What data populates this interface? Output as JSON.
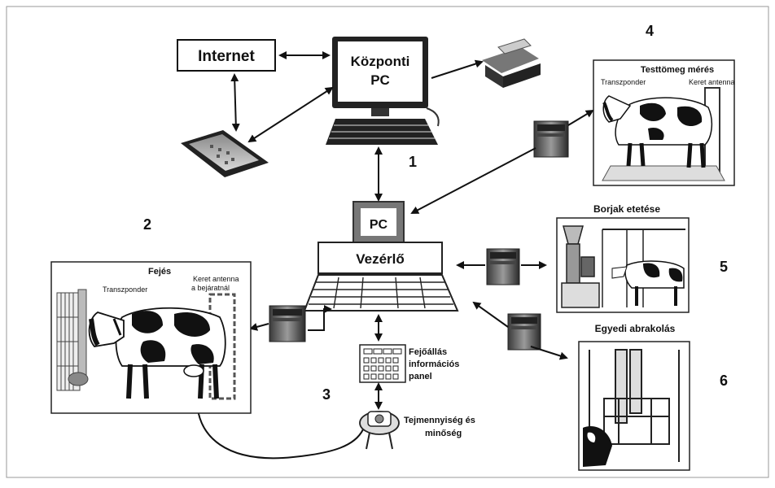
{
  "internet": {
    "label": "Internet"
  },
  "central_pc": {
    "line1": "Központi",
    "line2": "PC"
  },
  "controller": {
    "pc_label": "PC",
    "label": "Vezérlő"
  },
  "numbers": {
    "n1": "1",
    "n2": "2",
    "n3": "3",
    "n4": "4",
    "n5": "5",
    "n6": "6"
  },
  "weighing": {
    "title": "Testtömeg mérés",
    "transponder": "Transzponder",
    "antenna": "Keret antenna"
  },
  "milking": {
    "title": "Fejés",
    "transponder": "Transzponder",
    "antenna_line1": "Keret antenna",
    "antenna_line2": "a bejáratnál"
  },
  "calf_feeding": {
    "title": "Borjak etetése"
  },
  "individual_feeding": {
    "title": "Egyedi abrakolás"
  },
  "info_panel": {
    "line1": "Fejőállás",
    "line2": "információs",
    "line3": "panel"
  },
  "milk_meter": {
    "line1": "Tejmennyiség és",
    "line2": "minőség"
  }
}
